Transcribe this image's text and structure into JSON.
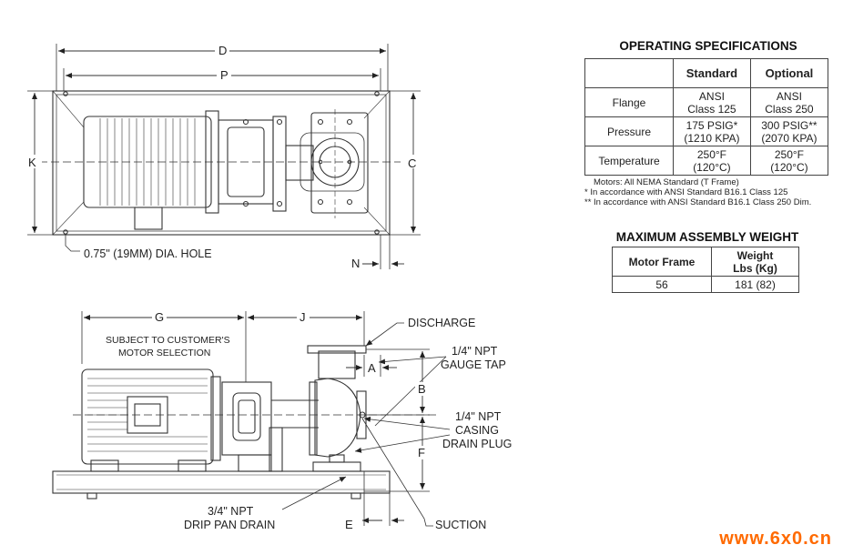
{
  "top_view": {
    "dim_D": "D",
    "dim_P": "P",
    "dim_K": "K",
    "dim_C": "C",
    "dim_N": "N",
    "hole_note": "0.75\" (19MM) DIA. HOLE"
  },
  "side_view": {
    "dim_G": "G",
    "dim_J": "J",
    "dim_A": "A",
    "dim_B": "B",
    "dim_F": "F",
    "dim_E": "E",
    "motor_note_line1": "SUBJECT TO CUSTOMER'S",
    "motor_note_line2": "MOTOR SELECTION",
    "discharge": "DISCHARGE",
    "gauge_tap_line1": "1/4\" NPT",
    "gauge_tap_line2": "GAUGE TAP",
    "casing_drain_line1": "1/4\" NPT",
    "casing_drain_line2": "CASING",
    "casing_drain_line3": "DRAIN PLUG",
    "drip_pan_line1": "3/4\" NPT",
    "drip_pan_line2": "DRIP PAN DRAIN",
    "suction": "SUCTION"
  },
  "operating_specs": {
    "title": "OPERATING SPECIFICATIONS",
    "headers": [
      "",
      "Standard",
      "Optional"
    ],
    "rows": [
      {
        "label": "Flange",
        "standard_1": "ANSI",
        "standard_2": "Class 125",
        "optional_1": "ANSI",
        "optional_2": "Class 250"
      },
      {
        "label": "Pressure",
        "standard_1": "175 PSIG*",
        "standard_2": "(1210 KPA)",
        "optional_1": "300 PSIG**",
        "optional_2": "(2070 KPA)"
      },
      {
        "label": "Temperature",
        "standard_1": "250°F",
        "standard_2": "(120°C)",
        "optional_1": "250°F",
        "optional_2": "(120°C)"
      }
    ],
    "footnotes": [
      "Motors: All NEMA Standard (T Frame)",
      "*  In accordance with ANSI Standard B16.1 Class 125",
      "** In accordance with ANSI Standard B16.1 Class 250 Dim."
    ]
  },
  "assembly_weight": {
    "title": "MAXIMUM ASSEMBLY WEIGHT",
    "header_frame": "Motor Frame",
    "header_weight_1": "Weight",
    "header_weight_2": "Lbs (Kg)",
    "rows": [
      {
        "frame": "56",
        "weight": "181 (82)"
      }
    ]
  },
  "watermark": "www.6x0.cn",
  "colors": {
    "line": "#333333",
    "watermark": "#ff6a00"
  }
}
